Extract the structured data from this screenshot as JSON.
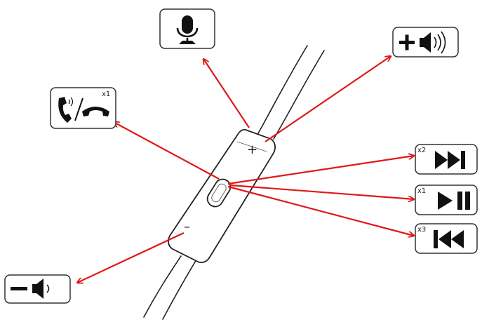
{
  "colors": {
    "arrow": "#e01818",
    "ink": "#111111",
    "frame": "#333333"
  },
  "remote": {
    "plus_sign": "+",
    "minus_sign": "–"
  },
  "functions": [
    {
      "id": "microphone",
      "icon": "microphone-icon"
    },
    {
      "id": "volume-up",
      "icon": "volume-up-icon"
    },
    {
      "id": "answer-end-call",
      "icon": "phone-answer-end-icon",
      "press_count": "x1"
    },
    {
      "id": "next-track",
      "icon": "skip-forward-icon",
      "press_count": "x2"
    },
    {
      "id": "play-pause",
      "icon": "play-pause-icon",
      "press_count": "x1"
    },
    {
      "id": "previous-track",
      "icon": "skip-back-icon",
      "press_count": "x3"
    },
    {
      "id": "volume-down",
      "icon": "volume-down-icon"
    }
  ]
}
